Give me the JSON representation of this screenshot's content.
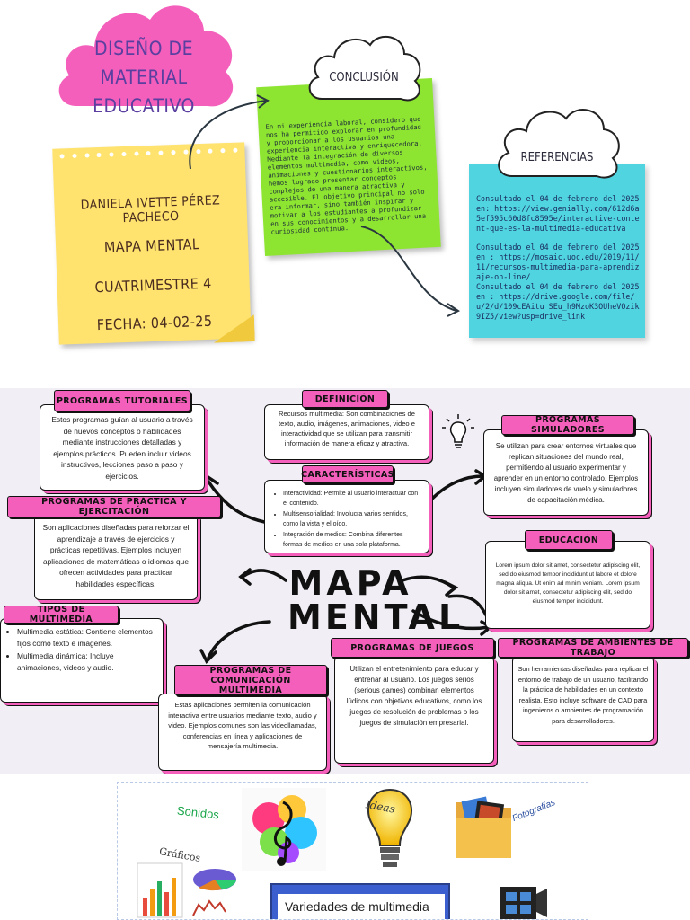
{
  "header": {
    "title_line1": "DISEÑO DE MATERIAL",
    "title_line2": "EDUCATIVO"
  },
  "student_card": {
    "name": "DANIELA IVETTE PÉREZ PACHECO",
    "subject": "MAPA MENTAL",
    "term": "CUATRIMESTRE 4",
    "date": "FECHA: 04-02-25"
  },
  "conclusion": {
    "title": "CONCLUSIÓN",
    "body": "En mi experiencia laboral, considero que nos ha permitido explorar en profundidad y proporcionar a los usuarios una experiencia interactiva y enriquecedora. Mediante la integración de diversos elementos multimedia, como videos, animaciones y cuestionarios interactivos, hemos logrado presentar conceptos complejos de una manera atractiva y accesible. El objetivo principal no solo era informar, sino también inspirar y motivar a los estudiantes a profundizar en sus conocimientos y a desarrollar una curiosidad continua."
  },
  "references": {
    "title": "REFERENCIAS",
    "items": [
      "Consultado el 04 de febrero del 2025 en: https://view.genially.com/612d6a5ef595c60d8fc8595e/interactive-content-que-es-la-multimedia-educativa",
      "Consultado el 04 de febrero del 2025 en : https://mosaic.uoc.edu/2019/11/11/recursos-multimedia-para-aprendizaje-on-line/",
      "Consultado el 04 de febrero del 2025 en : https://drive.google.com/file/u/2/d/109cEAitu SEu_h9MzoK3OUheVOzik9IZ5/view?usp=drive_link"
    ]
  },
  "mindmap": {
    "center_line1": "MAPA",
    "center_line2": "MENTAL",
    "definicion": {
      "tag": "DEFINICIÓN",
      "body": "Recursos multimedia: Son combinaciones de texto, audio, imágenes, animaciones, video e interactividad que se utilizan para transmitir información de manera eficaz y atractiva."
    },
    "caracteristicas": {
      "tag": "CARACTERÍSTICAS",
      "items": [
        "Interactividad: Permite al usuario interactuar con el contenido.",
        "Multisensorialidad: Involucra varios sentidos, como la vista y el oído.",
        "Integración de medios: Combina diferentes formas de medios en una sola plataforma."
      ]
    },
    "tutoriales": {
      "tag": "PROGRAMAS TUTORIALES",
      "body": "Estos programas guían al usuario a través de nuevos conceptos o habilidades mediante instrucciones detalladas y ejemplos prácticos. Pueden incluir videos instructivos, lecciones paso a paso y ejercicios."
    },
    "practica": {
      "tag": "PROGRAMAS DE PRÁCTICA Y EJERCITACIÓN",
      "body": "Son aplicaciones diseñadas para reforzar el aprendizaje a través de ejercicios y prácticas repetitivas. Ejemplos incluyen aplicaciones de matemáticas o idiomas que ofrecen actividades para practicar habilidades específicas."
    },
    "tipos": {
      "tag": "TIPOS DE MULTIMEDIA",
      "items": [
        "Multimedia estática: Contiene elementos fijos como texto e imágenes.",
        "Multimedia dinámica: Incluye animaciones, videos y audio."
      ]
    },
    "comunicacion": {
      "tag": "PROGRAMAS DE COMUNICACIÓN MULTIMEDIA",
      "body": "Estas aplicaciones permiten la comunicación interactiva entre usuarios mediante texto, audio y video. Ejemplos comunes son las videollamadas, conferencias en línea y aplicaciones de mensajería multimedia."
    },
    "simuladores": {
      "tag": "PROGRAMAS SIMULADORES",
      "body": "Se utilizan para crear entornos virtuales que replican situaciones del mundo real, permitiendo al usuario experimentar y aprender en un entorno controlado. Ejemplos incluyen simuladores de vuelo y simuladores de capacitación médica."
    },
    "educacion": {
      "tag": "EDUCACIÓN",
      "body": "Lorem ipsum dolor sit amet, consectetur adipiscing elit, sed do eiusmod tempor incididunt ut labore et dolore magna aliqua. Ut enim ad minim veniam. Lorem ipsum dolor sit amet, consectetur adipiscing elit, sed do eiusmod tempor incididunt."
    },
    "juegos": {
      "tag": "PROGRAMAS DE JUEGOS",
      "body": "Utilizan el entretenimiento para educar y entrenar al usuario. Los juegos serios (serious games) combinan elementos lúdicos con objetivos educativos, como los juegos de resolución de problemas o los juegos de simulación empresarial."
    },
    "ambientes": {
      "tag": "PROGRAMAS DE AMBIENTES DE TRABAJO",
      "body": "Son herramientas diseñadas para replicar el entorno de trabajo de un usuario, facilitando la práctica de habilidades en un contexto realista. Esto incluye software de CAD para ingenieros o ambientes de programación para desarrolladores."
    }
  },
  "collage": {
    "sonidos": "Sonidos",
    "ideas": "Ideas",
    "fotografias": "Fotografías",
    "graficos": "Gráficos",
    "banner": "Variedades de multimedia"
  },
  "colors": {
    "pink": "#f35fbb",
    "yellow": "#ffe36e",
    "green": "#8ee531",
    "cyan": "#4fd4e0",
    "title_purple": "#5a3fa0"
  }
}
